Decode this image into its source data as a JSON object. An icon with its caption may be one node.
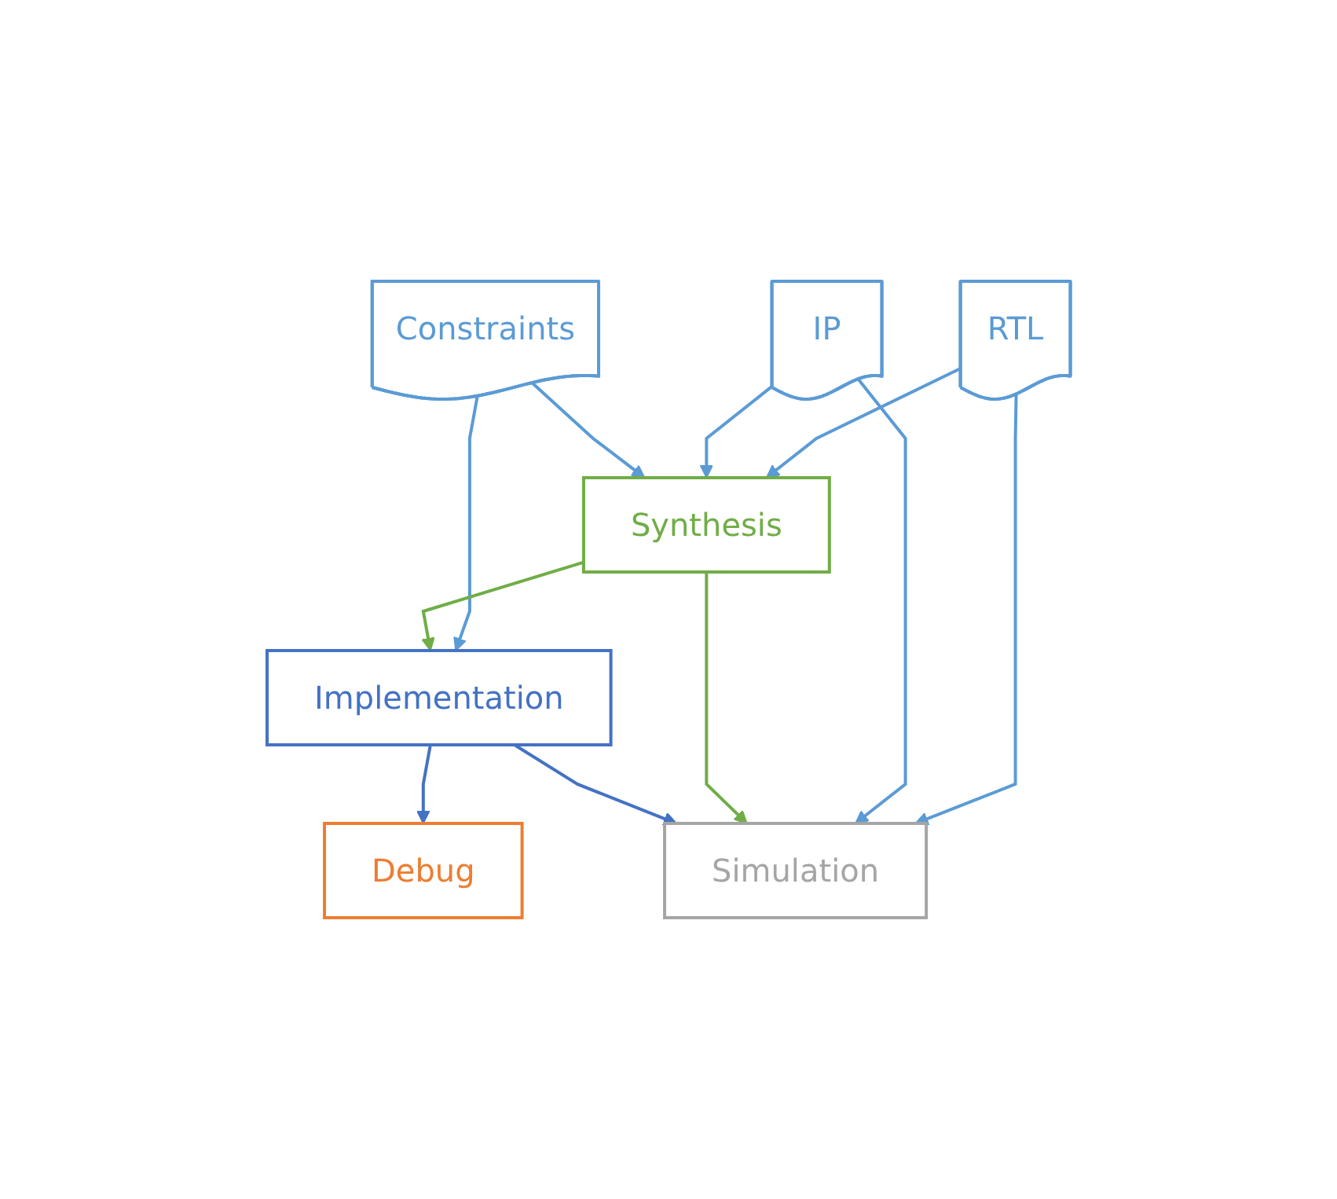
{
  "diagram": {
    "nodes": [
      {
        "text": [
          "RTL"
        ]
      },
      {
        "text": [
          "IP"
        ]
      },
      {
        "text": [
          "Constraints"
        ]
      },
      {
        "text": [
          "Simulation"
        ]
      },
      {
        "text": [
          "Synthesis"
        ]
      },
      {
        "text": [
          "Implementation"
        ]
      },
      {
        "text": [
          "Debug"
        ]
      }
    ],
    "edges": [
      {
        "from": 0,
        "to": 4,
        "arrow": "to"
      },
      {
        "from": 1,
        "to": 4,
        "arrow": "to"
      },
      {
        "from": 0,
        "to": 3,
        "arrow": "to"
      },
      {
        "from": 1,
        "to": 3,
        "arrow": "to"
      },
      {
        "from": 2,
        "to": 4,
        "arrow": "to"
      },
      {
        "from": 2,
        "to": 5,
        "arrow": "to"
      },
      {
        "from": 4,
        "to": 5,
        "arrow": "to",
        "color": "#70ad47"
      },
      {
        "from": 4,
        "to": 3,
        "arrow": "to",
        "color": "#70ad47"
      },
      {
        "from": 5,
        "to": 6,
        "arrow": "to",
        "color": "#4472c4"
      },
      {
        "from": 5,
        "to": 3,
        "arrow": "to",
        "color": "#4472c4"
      }
    ]
  }
}
